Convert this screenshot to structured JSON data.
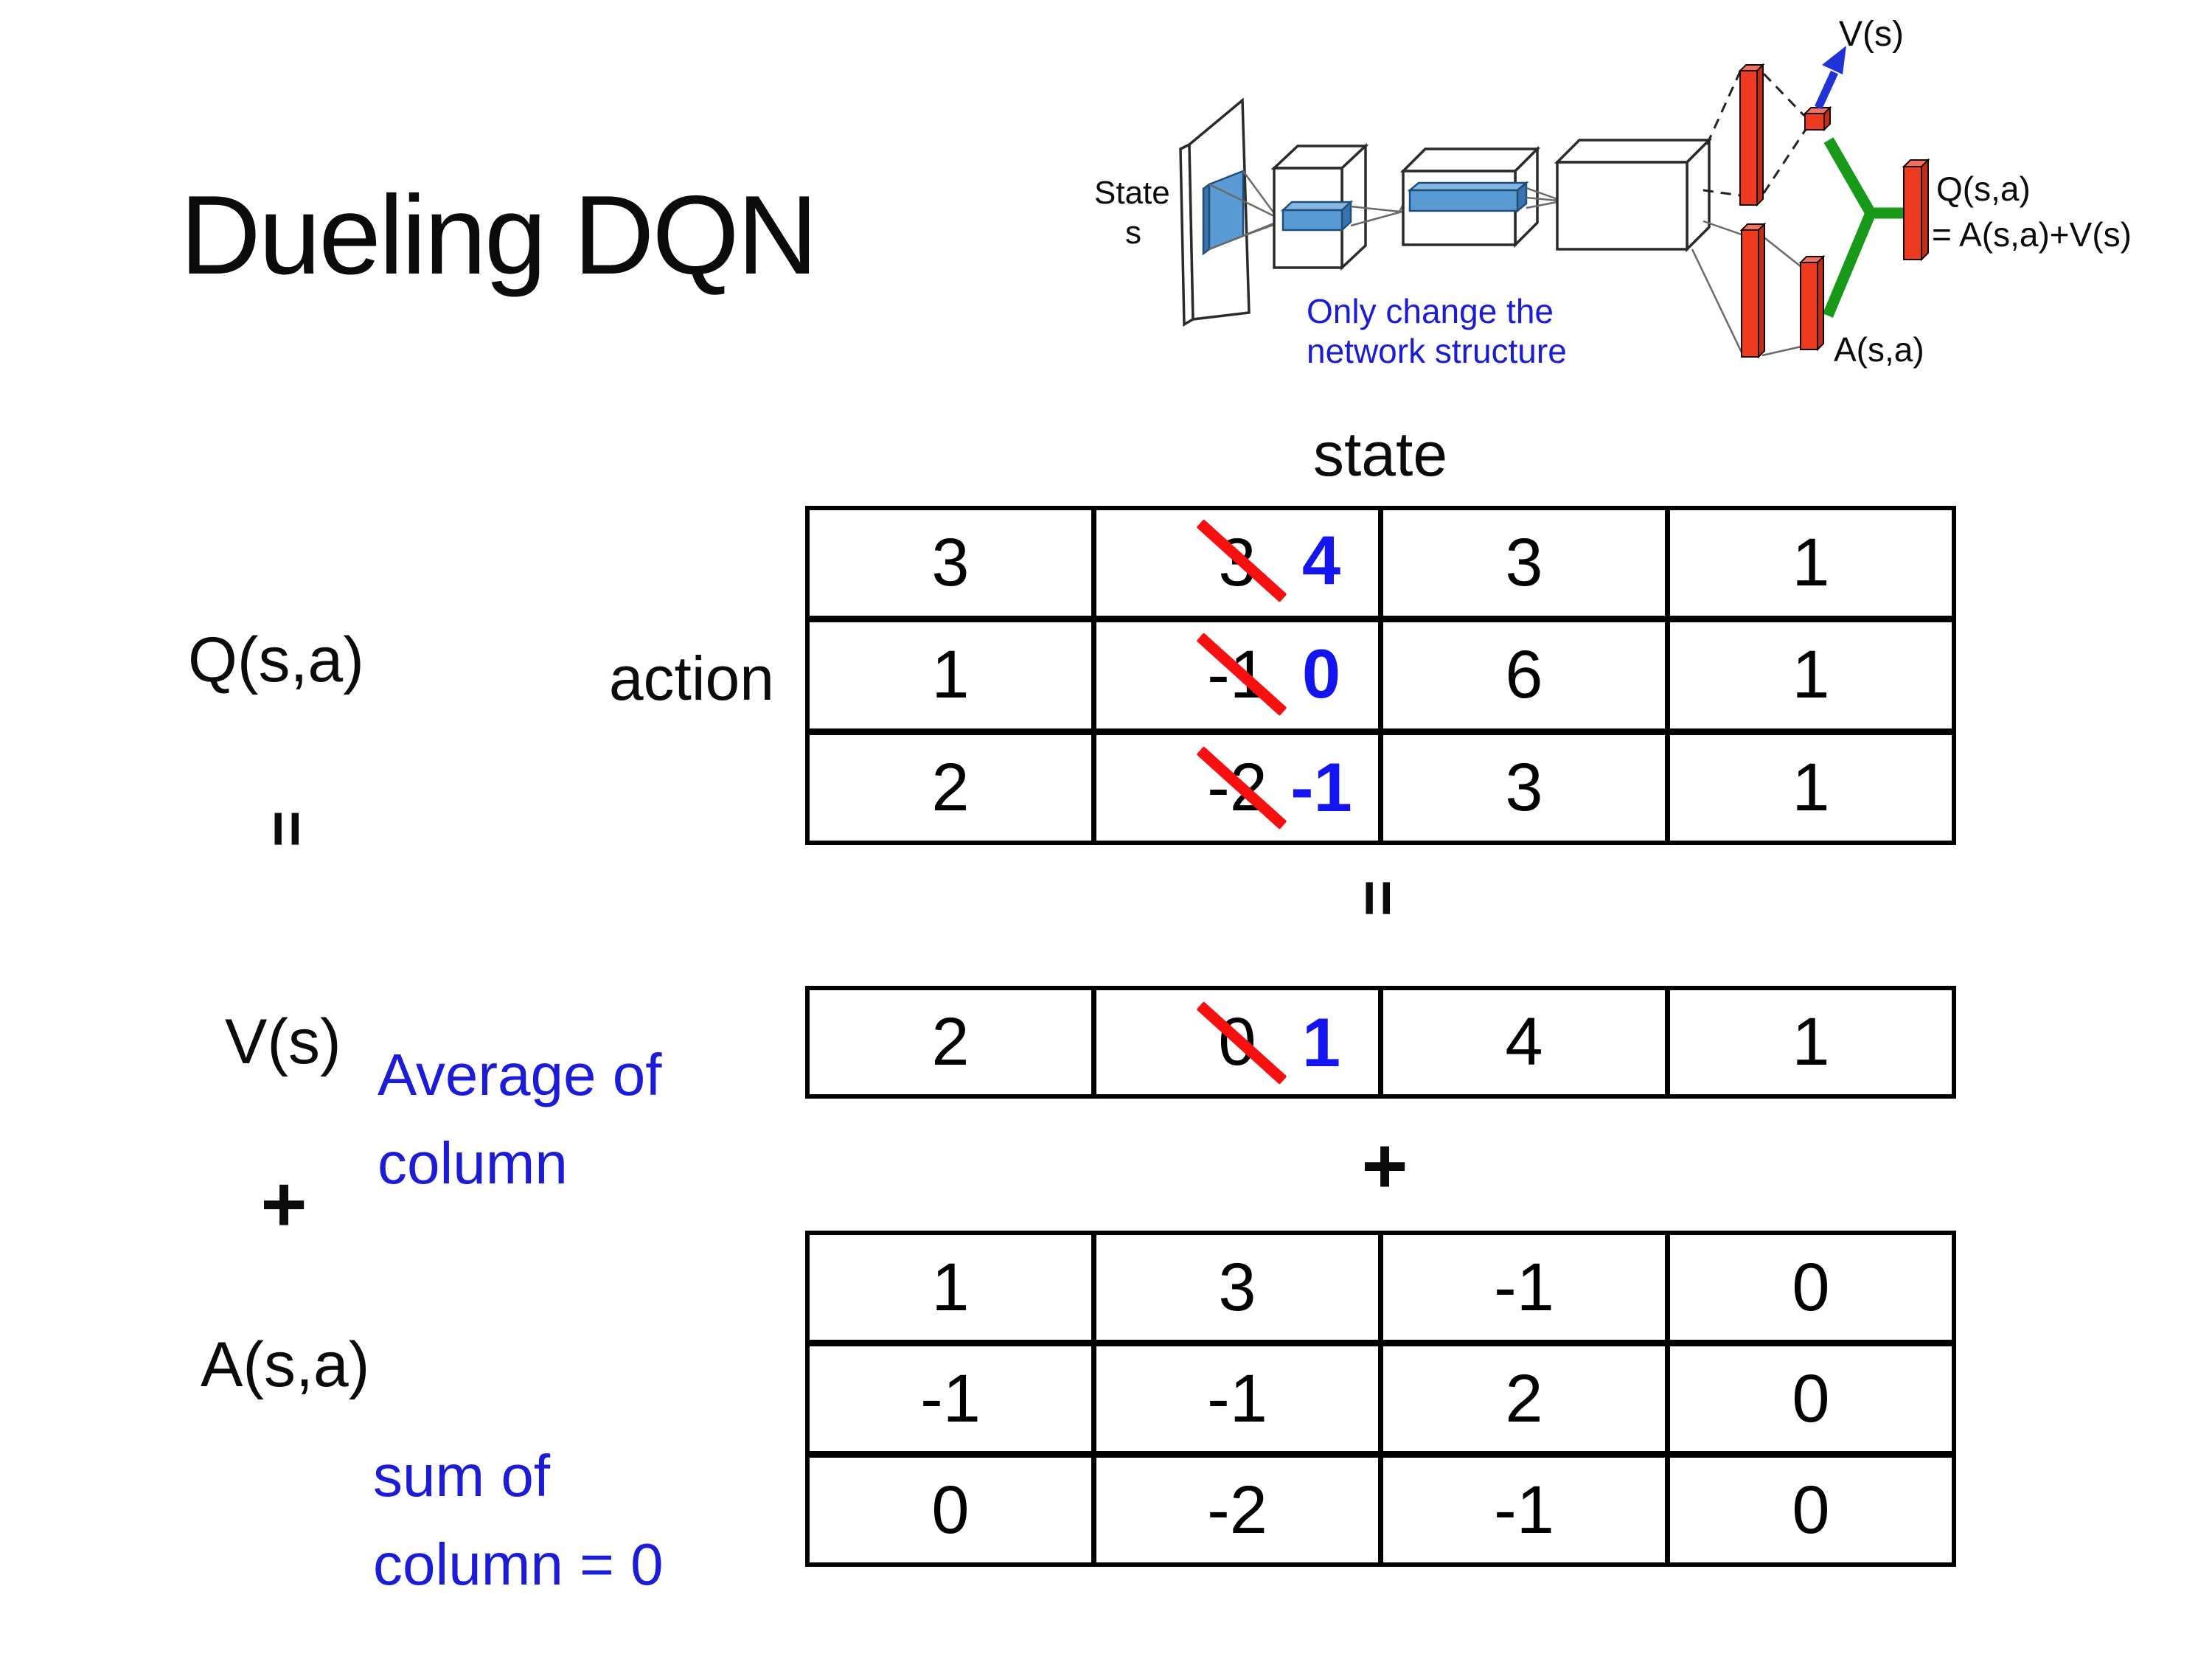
{
  "title": "Dueling DQN",
  "diagram": {
    "state_label_line1": "State",
    "state_label_line2": "s",
    "note_line1": "Only change the",
    "note_line2": "network structure",
    "v_output_label": "V(s)",
    "q_output_label": "Q(s,a)",
    "q_output_formula": "= A(s,a)+V(s)",
    "a_output_label": "A(s,a)"
  },
  "equation": {
    "q_label": "Q(s,a)",
    "equals_left": "=",
    "v_label": "V(s)",
    "plus_left": "+",
    "a_label": "A(s,a)",
    "state_header": "state",
    "action_header": "action",
    "equals_middle": "=",
    "plus_middle": "+",
    "avg_note_line1": "Average of",
    "avg_note_line2": "column",
    "sum_note_line1": "sum of",
    "sum_note_line2": "column = 0"
  },
  "q_table": {
    "rows": [
      [
        "3",
        "3",
        "3",
        "1"
      ],
      [
        "1",
        "-1",
        "6",
        "1"
      ],
      [
        "2",
        "-2",
        "3",
        "1"
      ]
    ],
    "corrections": [
      "4",
      "0",
      "-1"
    ]
  },
  "v_table": {
    "row": [
      "2",
      "0",
      "4",
      "1"
    ],
    "correction": "1"
  },
  "a_table": {
    "rows": [
      [
        "1",
        "3",
        "-1",
        "0"
      ],
      [
        "-1",
        "-1",
        "2",
        "0"
      ],
      [
        "0",
        "-2",
        "-1",
        "0"
      ]
    ]
  },
  "colors": {
    "red": "#ee3a21",
    "red-top": "#f4705c",
    "red-side": "#c22d16",
    "green": "#189a18",
    "arrow-blue": "#2033d6",
    "shape-blue": "#5b9bd5",
    "shape-blue-top": "#85b7e3",
    "shape-blue-side": "#3a74ae",
    "note-blue": "#1b1bd8",
    "strike-red": "#f80f0f",
    "correction-blue": "#1414f0"
  }
}
